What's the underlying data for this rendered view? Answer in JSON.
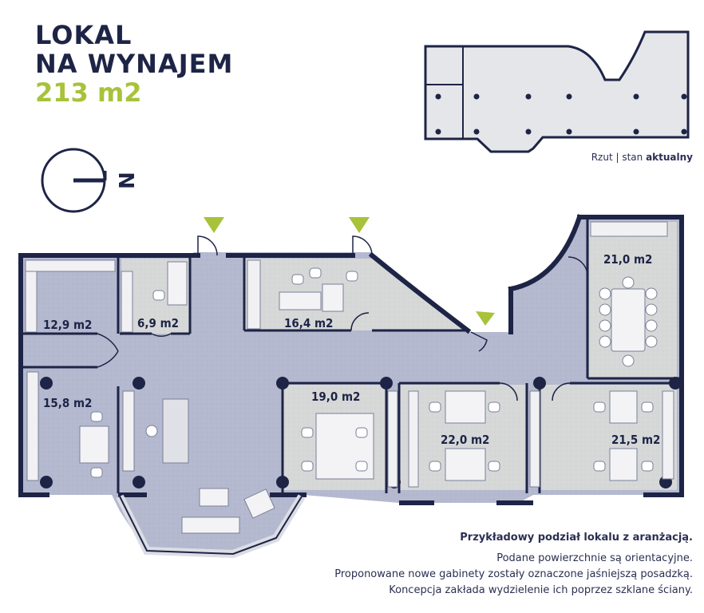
{
  "header": {
    "title_line1": "LOKAL",
    "title_line2": "NA WYNAJEM",
    "area": "213 m2"
  },
  "current_plan": {
    "caption_prefix": "Rzut | stan ",
    "caption_bold": "aktualny"
  },
  "compass": {
    "direction_label": "N",
    "icon": "compass-icon"
  },
  "rooms": [
    {
      "id": "room-12-9",
      "label": "12,9 m2"
    },
    {
      "id": "room-6-9",
      "label": "6,9 m2"
    },
    {
      "id": "room-16-4",
      "label": "16,4 m2"
    },
    {
      "id": "room-21-0",
      "label": "21,0 m2"
    },
    {
      "id": "room-15-8",
      "label": "15,8 m2"
    },
    {
      "id": "room-19-0",
      "label": "19,0 m2"
    },
    {
      "id": "room-22-0",
      "label": "22,0 m2"
    },
    {
      "id": "room-21-5",
      "label": "21,5 m2"
    }
  ],
  "entrances": {
    "icon": "entrance-marker-icon",
    "color": "#a8c23a"
  },
  "notes": {
    "lead": "Przykładowy podział lokalu z aranżacją.",
    "line1": "Podane powierzchnie są orientacyjne.",
    "line2": "Proponowane nowe gabinety zostały oznaczone jaśniejszą posadzką.",
    "line3": "Koncepcja zakłada wydzielenie ich poprzez szklane ściany."
  },
  "colors": {
    "wall": "#1e2446",
    "floor_main": "#b4b9cf",
    "floor_light": "#d6d8d8",
    "accent": "#a8c23a"
  }
}
